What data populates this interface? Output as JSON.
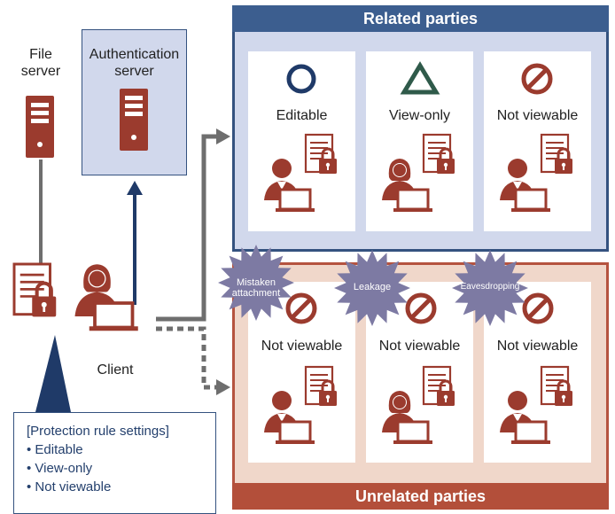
{
  "left": {
    "file_server_label": "File\nserver",
    "auth_server_label": "Authentication\nserver",
    "client_label": "Client"
  },
  "rules": {
    "title": "[Protection rule settings]",
    "items": [
      "• Editable",
      "• View-only",
      "• Not viewable"
    ]
  },
  "related": {
    "title": "Related parties",
    "cards": [
      {
        "label": "Editable",
        "icon": "circle-icon"
      },
      {
        "label": "View-only",
        "icon": "triangle-icon"
      },
      {
        "label": "Not viewable",
        "icon": "prohibited-icon"
      }
    ]
  },
  "unrelated": {
    "title": "Unrelated parties",
    "cards": [
      {
        "label": "Not viewable",
        "threat": "Mistaken\nattachment"
      },
      {
        "label": "Not viewable",
        "threat": "Leakage"
      },
      {
        "label": "Not viewable",
        "threat": "Eavesdropping"
      }
    ]
  },
  "colors": {
    "navy": "#1f3a68",
    "green": "#2f5a4a",
    "rust": "#9b3b2e",
    "gray": "#6e6e6e",
    "threat": "#7d7aa3"
  }
}
